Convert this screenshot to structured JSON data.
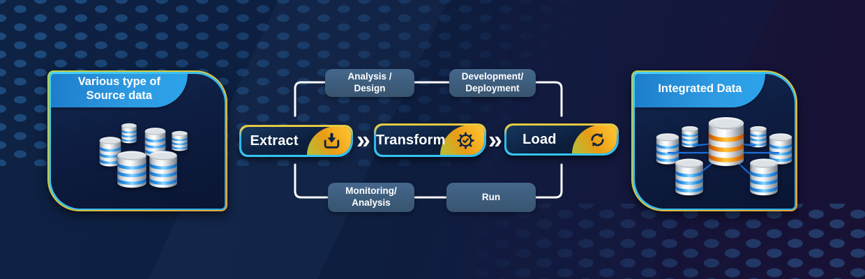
{
  "left_panel": {
    "title_line1": "Various type of",
    "title_line2": "Source data",
    "icon": "database-cluster-icon"
  },
  "right_panel": {
    "title": "Integrated Data",
    "icon": "integrated-database-icon"
  },
  "flow": {
    "steps": [
      {
        "label": "Extract",
        "icon": "download-icon"
      },
      {
        "label": "Transform",
        "icon": "gear-check-icon"
      },
      {
        "label": "Load",
        "icon": "sync-icon"
      }
    ],
    "connector": "»",
    "stages_top": [
      {
        "line1": "Analysis /",
        "line2": "Design"
      },
      {
        "line1": "Development/",
        "line2": "Deployment"
      }
    ],
    "stages_bottom": [
      {
        "line1": "Monitoring/",
        "line2": "Analysis"
      },
      {
        "line1": "Run",
        "line2": ""
      }
    ]
  },
  "colors": {
    "background_navy": "#0d1e3f",
    "background_indigo": "#181134",
    "accent_cyan": "#35c6f2",
    "accent_yellow_green": "#c8d844",
    "accent_orange": "#f0a11e",
    "panel_header_blue": "#2a93e0",
    "stage_box_slate": "#3c5a7a",
    "flow_line_white": "#ffffff",
    "db_stripe_blue": "#2e97e6",
    "db_stripe_orange": "#ef8c10",
    "db_link_blue": "#1d6fd8"
  }
}
